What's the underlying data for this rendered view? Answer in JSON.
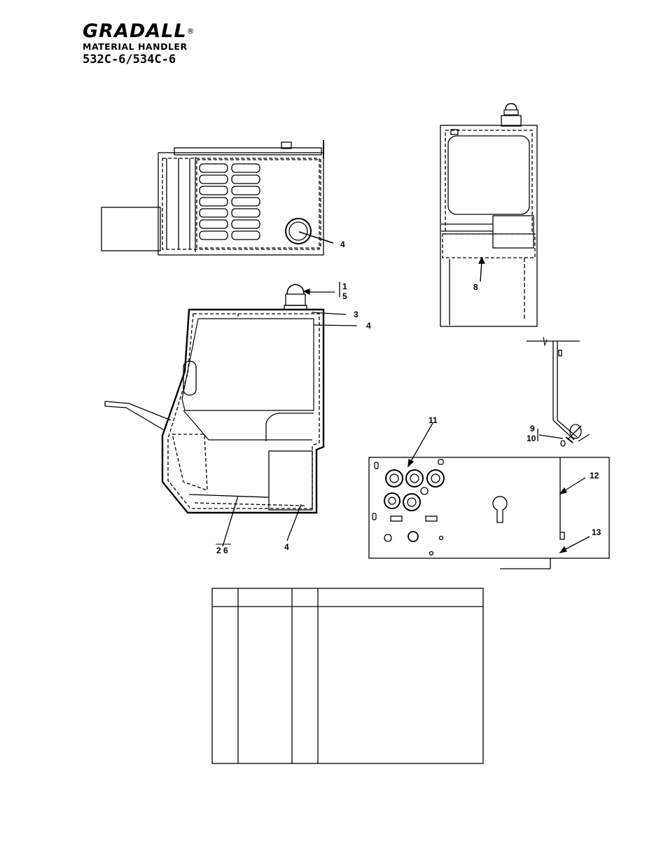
{
  "header": {
    "brand": "GRADALL",
    "reg_mark": "®",
    "subtitle": "MATERIAL HANDLER",
    "models": "532C-6/534C-6"
  },
  "callouts": {
    "c1": "1",
    "c5": "5",
    "c3": "3",
    "c4a": "4",
    "c4b": "4",
    "c4c": "4",
    "c26": "2 6",
    "c8": "8",
    "c9": "9",
    "c10": "10",
    "c11": "11",
    "c12": "12",
    "c13": "13"
  },
  "parts_table": {
    "header": [
      "",
      "",
      "",
      ""
    ],
    "rows": []
  }
}
